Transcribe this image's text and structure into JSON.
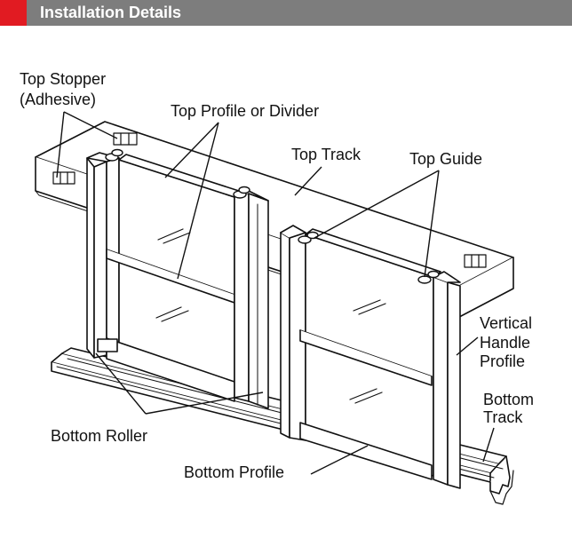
{
  "header": {
    "title": "Installation Details",
    "accent_color": "#e11b22",
    "bar_color": "#7d7d7d"
  },
  "labels": {
    "top_stopper_line1": "Top Stopper",
    "top_stopper_line2": "(Adhesive)",
    "top_profile": "Top Profile or Divider",
    "top_track": "Top Track",
    "top_guide": "Top Guide",
    "vertical_handle_line1": "Vertical",
    "vertical_handle_line2": "Handle",
    "vertical_handle_line3": "Profile",
    "bottom_track_line1": "Bottom",
    "bottom_track_line2": "Track",
    "bottom_roller": "Bottom Roller",
    "bottom_profile": "Bottom Profile"
  }
}
